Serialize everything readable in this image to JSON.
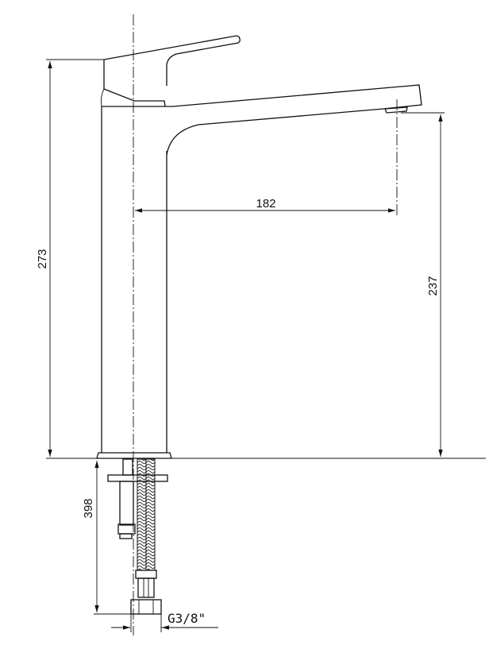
{
  "drawing": {
    "title": "Tall basin mixer faucet - side view",
    "dimensions": {
      "total_height": "273",
      "spout_height": "237",
      "spout_reach": "182",
      "hose_length": "398",
      "thread": "G3/8\""
    }
  }
}
